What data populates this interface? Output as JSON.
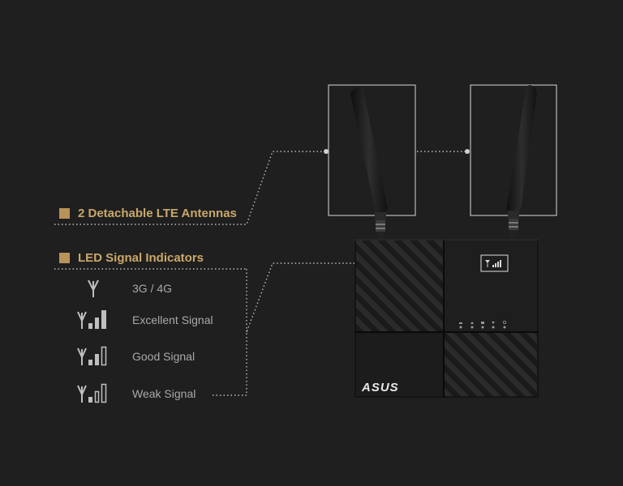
{
  "features": {
    "antennas": {
      "title": "2 Detachable LTE Antennas"
    },
    "led": {
      "title": "LED Signal Indicators",
      "signals": [
        {
          "label": "3G / 4G",
          "icon": "antenna-icon",
          "bars": 0
        },
        {
          "label": "Excellent Signal",
          "icon": "signal-excellent-icon",
          "bars": 3
        },
        {
          "label": "Good Signal",
          "icon": "signal-good-icon",
          "bars": 2
        },
        {
          "label": "Weak Signal",
          "icon": "signal-weak-icon",
          "bars": 1
        }
      ]
    }
  },
  "router": {
    "brand": "ASUS"
  },
  "colors": {
    "background": "#1f1f1f",
    "accent": "#c9a86a",
    "label": "#a9a9a9",
    "router_body": "#161616"
  }
}
